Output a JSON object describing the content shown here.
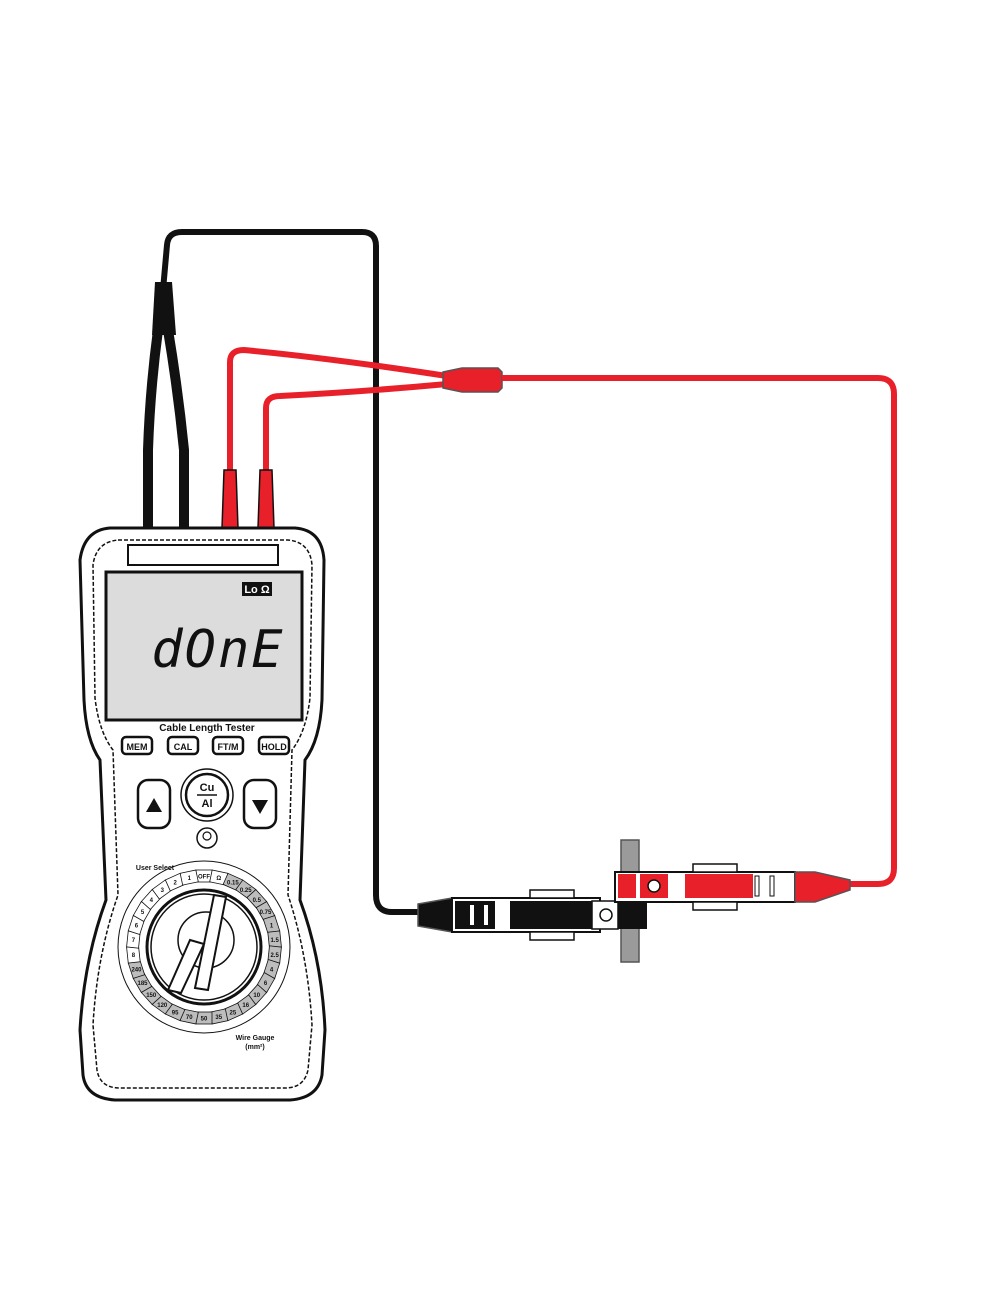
{
  "device": {
    "mode_badge": "Lo Ω",
    "display_reading": "dOnE",
    "product_label": "Cable Length Tester",
    "buttons": [
      {
        "label": "MEM"
      },
      {
        "label": "CAL"
      },
      {
        "label": "FT/M"
      },
      {
        "label": "HOLD"
      }
    ],
    "material_button": {
      "top": "Cu",
      "bottom": "Al"
    },
    "arrow_up_icon": "triangle-up-icon",
    "arrow_down_icon": "triangle-down-icon",
    "backlight_icon": "lightbulb-icon",
    "dial": {
      "user_select_label": "User Select",
      "wire_gauge_label": "Wire Gauge",
      "wire_gauge_unit": "(mm²)",
      "positions": [
        "OFF",
        "Ω",
        "0.15",
        "0.25",
        "0.5",
        "0.75",
        "1",
        "1.5",
        "2.5",
        "4",
        "6",
        "10",
        "16",
        "25",
        "35",
        "50",
        "70",
        "95",
        "120",
        "150",
        "185",
        "240",
        "8",
        "7",
        "6",
        "5",
        "4",
        "3",
        "2",
        "1"
      ]
    }
  },
  "colors": {
    "black_lead": "#111111",
    "red_lead": "#e8202a",
    "lcd_background": "#dcdcdc",
    "gauge_segment": "#bdbdbd",
    "pipe": "#9a9a9a"
  }
}
